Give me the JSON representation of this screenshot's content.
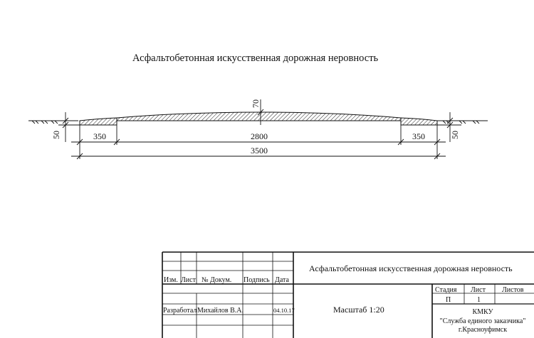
{
  "drawing": {
    "title": "Асфальтобетонная искусственная дорожная неровность",
    "dimensions": {
      "height_top": "70",
      "height_left": "50",
      "height_right": "50",
      "ramp_left": "350",
      "middle": "2800",
      "ramp_right": "350",
      "total": "3500"
    }
  },
  "title_block": {
    "headers": {
      "izm": "Изм.",
      "list": "Лист",
      "doc_no": "№ Докум.",
      "signature": "Подпись",
      "date": "Дата"
    },
    "role": "Разработал",
    "developer": "Михайлов В.А.",
    "dev_date": "04.10.17",
    "object_title": "Асфальтобетонная искусственная дорожная неровность",
    "scale": "Масштаб 1:20",
    "stage_label": "Стадия",
    "sheet_label": "Лист",
    "sheets_label": "Листов",
    "stage_value": "П",
    "sheet_value": "1",
    "org_name": "КМКУ",
    "org_full": "\"Служба единого заказчика\"",
    "org_city": "г.Красноуфимск"
  }
}
